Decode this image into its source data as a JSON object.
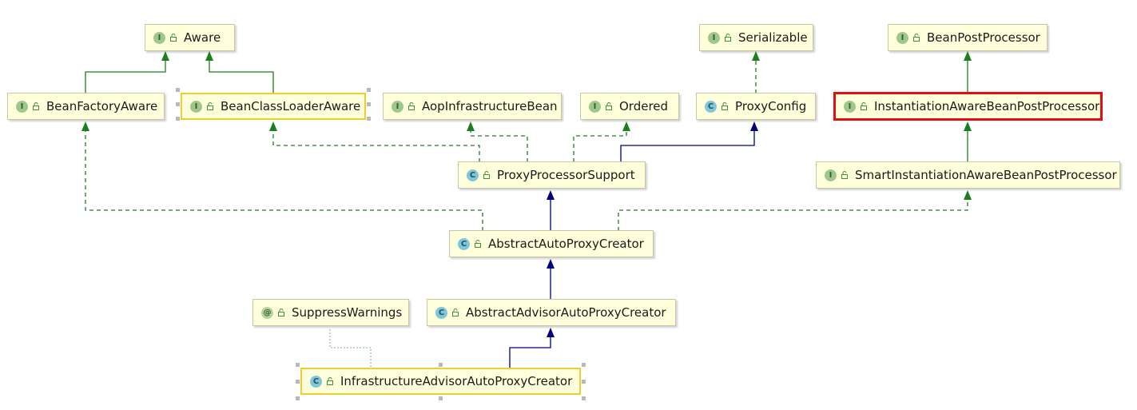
{
  "diagram": {
    "nodes": [
      {
        "id": "aware",
        "kind": "I",
        "label": "Aware"
      },
      {
        "id": "serializable",
        "kind": "I",
        "label": "Serializable"
      },
      {
        "id": "beanpostprocessor",
        "kind": "I",
        "label": "BeanPostProcessor"
      },
      {
        "id": "beanfactoryaware",
        "kind": "I",
        "label": "BeanFactoryAware"
      },
      {
        "id": "beanclassloaderaware",
        "kind": "I",
        "label": "BeanClassLoaderAware"
      },
      {
        "id": "aopinfrastructurebean",
        "kind": "I",
        "label": "AopInfrastructureBean"
      },
      {
        "id": "ordered",
        "kind": "I",
        "label": "Ordered"
      },
      {
        "id": "proxyconfig",
        "kind": "C",
        "label": "ProxyConfig"
      },
      {
        "id": "instantiationawarebeanpostprocessor",
        "kind": "I",
        "label": "InstantiationAwareBeanPostProcessor"
      },
      {
        "id": "proxyprocessorsupport",
        "kind": "C",
        "label": "ProxyProcessorSupport"
      },
      {
        "id": "smartinstantiationawarebeanpostprocessor",
        "kind": "I",
        "label": "SmartInstantiationAwareBeanPostProcessor"
      },
      {
        "id": "abstractautoproxycreator",
        "kind": "C",
        "label": "AbstractAutoProxyCreator"
      },
      {
        "id": "suppresswarnings",
        "kind": "@",
        "label": "SuppressWarnings"
      },
      {
        "id": "abstractadvisorautoproxycreator",
        "kind": "C",
        "label": "AbstractAdvisorAutoProxyCreator"
      },
      {
        "id": "infrastructureadvisorautoproxycreator",
        "kind": "C",
        "label": "InfrastructureAdvisorAutoProxyCreator"
      }
    ],
    "colors": {
      "extends_interface": "#1e7d1e",
      "implements": "#1e7d1e",
      "extends_class": "#00007f",
      "annotation": "#9cc29c",
      "highlight": "#e30f0f",
      "selected": "#f0cc2e",
      "node_fill": "#ffffdb"
    }
  }
}
